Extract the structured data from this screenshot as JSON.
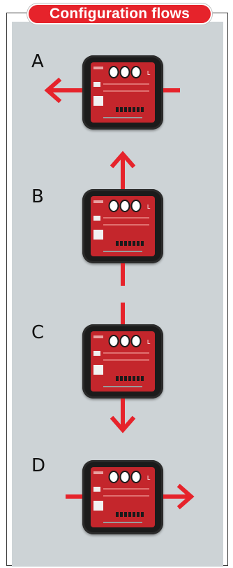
{
  "title": "Configuration flows",
  "colors": {
    "accent": "#e6232b",
    "panel": "#cdd3d6",
    "meter_body": "#1b1b1b",
    "meter_face": "#c4262c"
  },
  "configurations": [
    {
      "label": "A",
      "inlet": "right",
      "outlet": "left"
    },
    {
      "label": "B",
      "inlet": "bottom",
      "outlet": "top"
    },
    {
      "label": "C",
      "inlet": "top",
      "outlet": "bottom"
    },
    {
      "label": "D",
      "inlet": "left",
      "outlet": "right"
    }
  ],
  "meter_counter_digits": "000",
  "meter_counter_units": "L"
}
